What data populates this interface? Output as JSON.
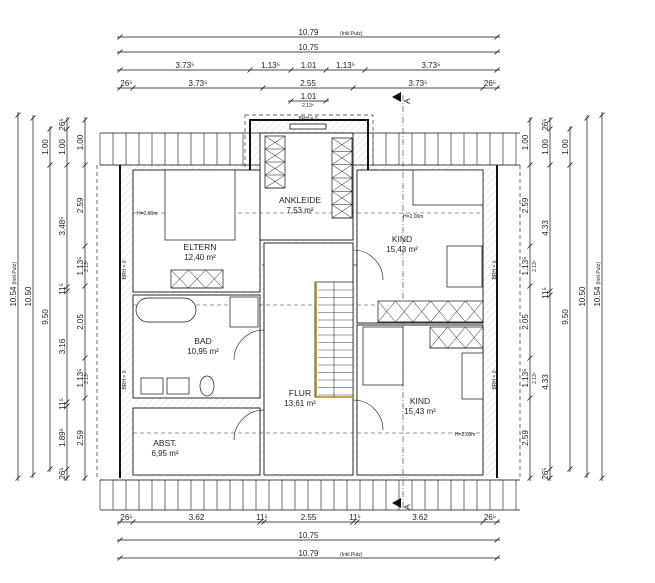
{
  "top": {
    "total_putz": "10.79",
    "putz_note": "(Inkl.Putz)",
    "total": "10.75",
    "row1": [
      "3.73⁵",
      "1.13⁵",
      "1.01",
      "1.13⁵",
      "3.73⁵"
    ],
    "row2": [
      "26⁵",
      "3.73⁵",
      "2.55",
      "3.73⁵",
      "26⁵"
    ],
    "dormer": [
      "1.01",
      "2.13⁵"
    ]
  },
  "bottom": {
    "row1": [
      "26⁵",
      "3.62",
      "11⁵",
      "2.55",
      "11⁵",
      "3.62",
      "26⁵"
    ],
    "total": "10.75",
    "total_putz": "10.79",
    "putz_note": "(Inkl.Putz)"
  },
  "left": {
    "outer": "10.54",
    "outer_note": "(Inkl.Putz)",
    "total": "10.50",
    "inner": "9.50",
    "inner_top": "1.00",
    "col3": [
      "26⁵",
      "1.00",
      "3.48⁵",
      "11⁵",
      "3.16",
      "11⁵",
      "1.89⁵",
      "26⁵"
    ],
    "col4": [
      "1.00",
      "2.59",
      "1.13⁵",
      "2.13⁵",
      "2.05",
      "1.13⁵",
      "2.13⁵",
      "2.59"
    ]
  },
  "right": {
    "col1": [
      "1.00",
      "2.59",
      "1.13⁵",
      "2.13⁵",
      "2.05",
      "1.13⁵",
      "2.13⁵",
      "2.59"
    ],
    "col2": [
      "26⁵",
      "1.00",
      "4.33",
      "11⁵",
      "4.33",
      "26⁵"
    ],
    "inner_top": "1.00",
    "inner": "9.50",
    "total": "10.50",
    "outer": "10.54",
    "outer_note": "(Inkl.Putz)"
  },
  "rooms": [
    {
      "name": "ELTERN",
      "area": "12,40 m²"
    },
    {
      "name": "ANKLEIDE",
      "area": "7,53 m²"
    },
    {
      "name": "KIND",
      "area": "15,43 m²"
    },
    {
      "name": "BAD",
      "area": "10,95 m²"
    },
    {
      "name": "FLUR",
      "area": "13,61 m²"
    },
    {
      "name": "KIND",
      "area": "15,43 m²"
    },
    {
      "name": "ABST.",
      "area": "6,95 m²"
    }
  ],
  "annotations": {
    "brh": "BRH = 0",
    "height": "H=2,00m",
    "section": "A"
  },
  "colors": {
    "line": "#111111",
    "hatch": "#bbbbbb",
    "stair_edge": "#b8860b"
  }
}
